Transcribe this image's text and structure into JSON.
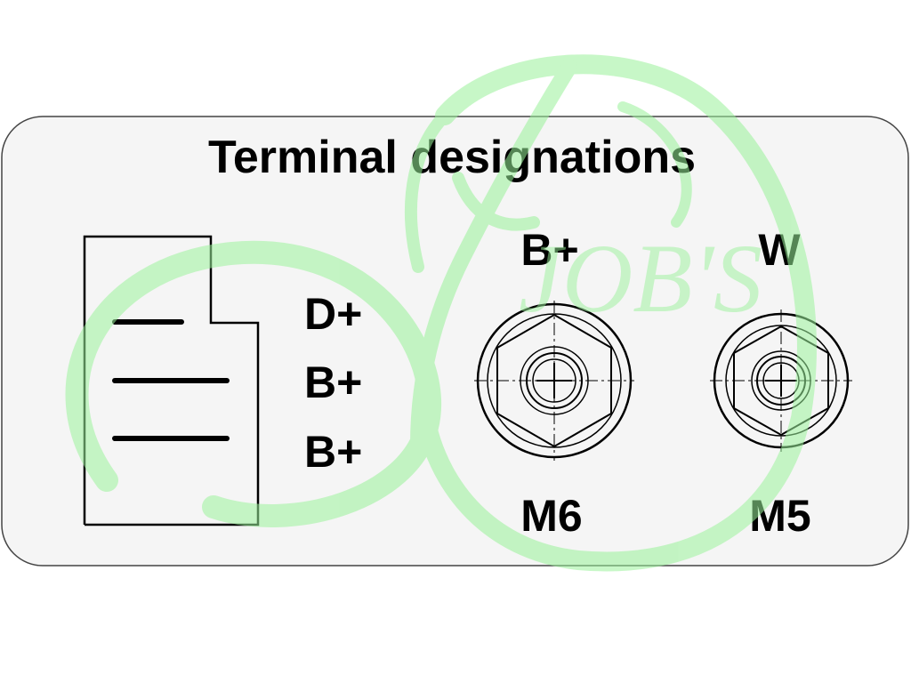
{
  "title": "Terminal designations",
  "plug": {
    "labels": [
      "D+",
      "B+",
      "B+"
    ]
  },
  "terminals": [
    {
      "top_label": "B+",
      "thread": "M6"
    },
    {
      "top_label": "W",
      "thread": "M5"
    }
  ],
  "watermark": {
    "text": "JOB'S",
    "color": "#9af29a"
  },
  "colors": {
    "panel_fill": "#f5f5f5",
    "panel_stroke": "#444444",
    "ink": "#000000"
  }
}
